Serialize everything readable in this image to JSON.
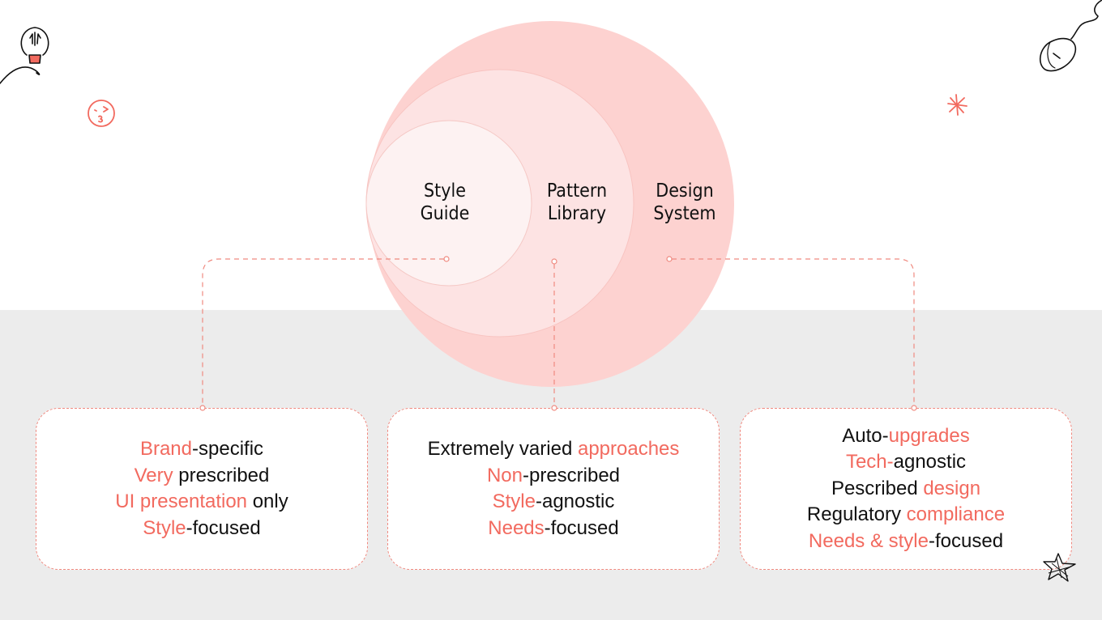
{
  "colors": {
    "accent": "#f26a5f",
    "dashed_line": "#f08a80",
    "outer_circle": "#fdd2d0",
    "middle_circle": "#fde3e3",
    "inner_circle": "#fdf2f2",
    "band": "#ececec",
    "text": "#111111"
  },
  "venn": {
    "style_guide": {
      "line1": "Style",
      "line2": "Guide"
    },
    "pattern_library": {
      "line1": "Pattern",
      "line2": "Library"
    },
    "design_system": {
      "line1": "Design",
      "line2": "System"
    }
  },
  "cards": [
    {
      "lines": [
        [
          {
            "t": "Brand",
            "hl": true
          },
          {
            "t": "-specific",
            "hl": false
          }
        ],
        [
          {
            "t": "Very",
            "hl": true
          },
          {
            "t": " prescribed",
            "hl": false
          }
        ],
        [
          {
            "t": "UI presentation",
            "hl": true
          },
          {
            "t": " only",
            "hl": false
          }
        ],
        [
          {
            "t": "Style",
            "hl": true
          },
          {
            "t": "-focused",
            "hl": false
          }
        ]
      ]
    },
    {
      "lines": [
        [
          {
            "t": "Extremely varied ",
            "hl": false
          },
          {
            "t": "approaches",
            "hl": true
          }
        ],
        [
          {
            "t": "Non",
            "hl": true
          },
          {
            "t": "-prescribed",
            "hl": false
          }
        ],
        [
          {
            "t": "Style",
            "hl": true
          },
          {
            "t": "-agnostic",
            "hl": false
          }
        ],
        [
          {
            "t": "Needs",
            "hl": true
          },
          {
            "t": "-focused",
            "hl": false
          }
        ]
      ]
    },
    {
      "lines": [
        [
          {
            "t": "Auto-",
            "hl": false
          },
          {
            "t": "upgrades",
            "hl": true
          }
        ],
        [
          {
            "t": "Tech-",
            "hl": true
          },
          {
            "t": "agnostic",
            "hl": false
          }
        ],
        [
          {
            "t": "Pescribed ",
            "hl": false
          },
          {
            "t": "design",
            "hl": true
          }
        ],
        [
          {
            "t": "Regulatory ",
            "hl": false
          },
          {
            "t": "compliance",
            "hl": true
          }
        ],
        [
          {
            "t": "Needs & style",
            "hl": true
          },
          {
            "t": "-focused",
            "hl": false
          }
        ]
      ]
    }
  ],
  "decorations": [
    "lightbulb-icon",
    "winking-kiss-emoji-icon",
    "asterisk-icon",
    "computer-mouse-icon",
    "star-icon"
  ]
}
